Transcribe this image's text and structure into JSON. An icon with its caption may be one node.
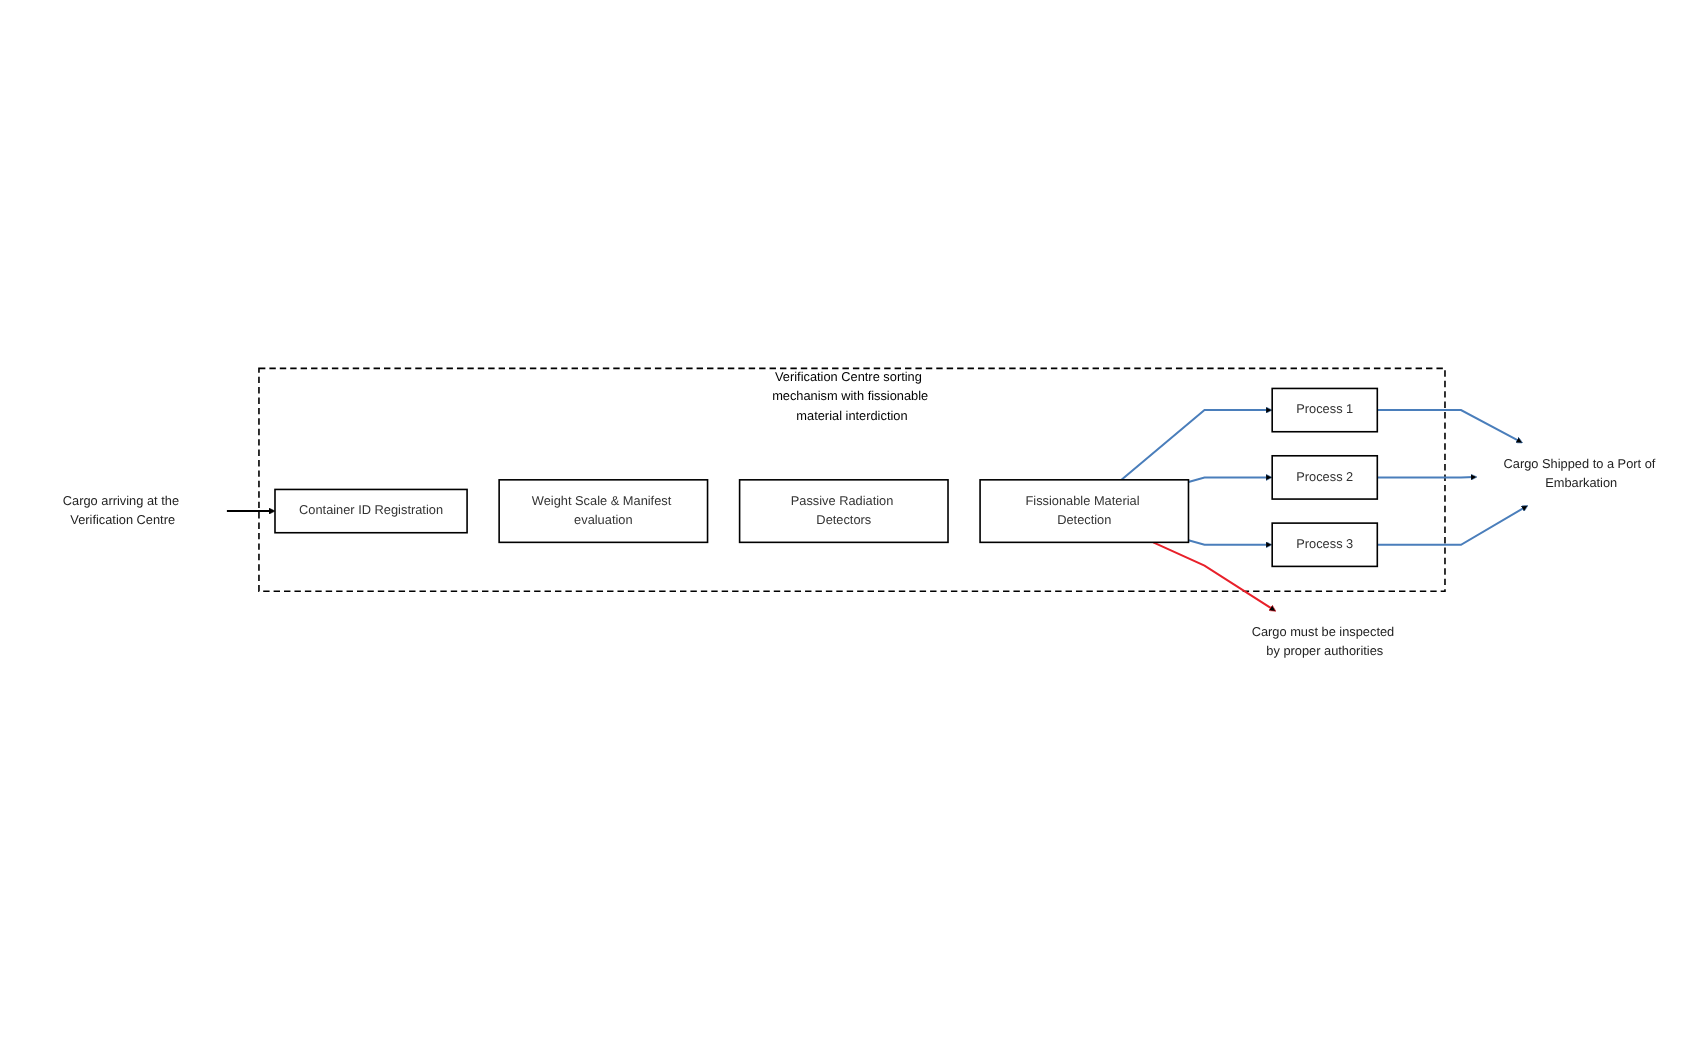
{
  "diagram": {
    "nodes": [
      {
        "text": [
          "Verification Centre sorting  mechanism with fissionable material interdiction"
        ]
      },
      {
        "text": [
          "Container ID Registration"
        ],
        "in": 0
      },
      {
        "text": [
          "Weight Scale & Manifest evaluation"
        ],
        "in": 0
      },
      {
        "text": [
          "Passive Radiation Detectors"
        ],
        "in": 0
      },
      {
        "text": [
          "Fissionable Material Detection"
        ],
        "in": 0
      },
      {
        "text": [
          "Process 1"
        ],
        "in": 0
      },
      {
        "text": [
          "Process 2"
        ],
        "in": 0
      },
      {
        "text": [
          "Process 3"
        ],
        "in": 0
      },
      {
        "text": [
          "Cargo arriving at the Verification Centre"
        ]
      },
      {
        "text": [
          "Cargo Shipped to a Port of Embarkation"
        ]
      },
      {
        "text": [
          "Cargo must be inspected by proper authorities"
        ]
      }
    ],
    "edges": [
      {
        "from": 8,
        "to": 1,
        "arrow": "to",
        "color": "#000000"
      },
      {
        "from": 4,
        "to": 5,
        "arrow": "to",
        "color": "#4a7ebb"
      },
      {
        "from": 4,
        "to": 6,
        "arrow": "to",
        "color": "#4a7ebb"
      },
      {
        "from": 4,
        "to": 7,
        "arrow": "to",
        "color": "#4a7ebb"
      },
      {
        "from": 5,
        "to": 9,
        "arrow": "to",
        "color": "#4a7ebb"
      },
      {
        "from": 6,
        "to": 9,
        "arrow": "to",
        "color": "#4a7ebb"
      },
      {
        "from": 7,
        "to": 9,
        "arrow": "to",
        "color": "#4a7ebb"
      },
      {
        "from": 4,
        "to": 10,
        "arrow": "to",
        "color": "#e8202a"
      }
    ]
  }
}
